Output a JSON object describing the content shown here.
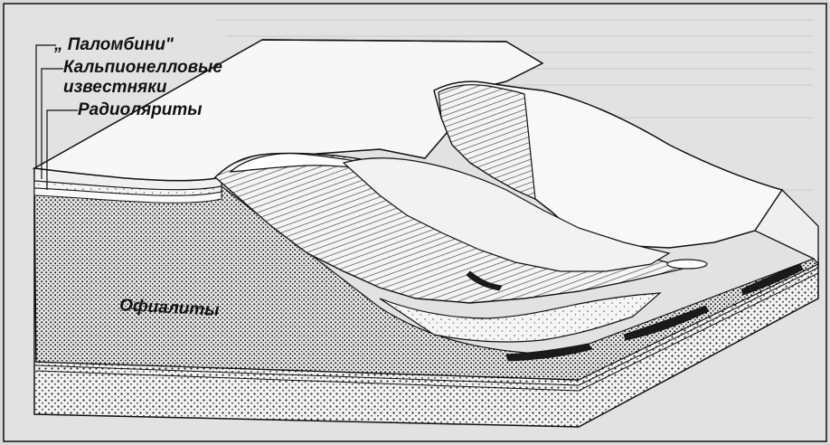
{
  "labels": {
    "palombini": "„ Паломбини\"",
    "calpionella_line1": "Кальпионелловые",
    "calpionella_line2": "известняки",
    "radiolarites": "Радиоляриты",
    "ophiolites": "Офиалиты"
  }
}
